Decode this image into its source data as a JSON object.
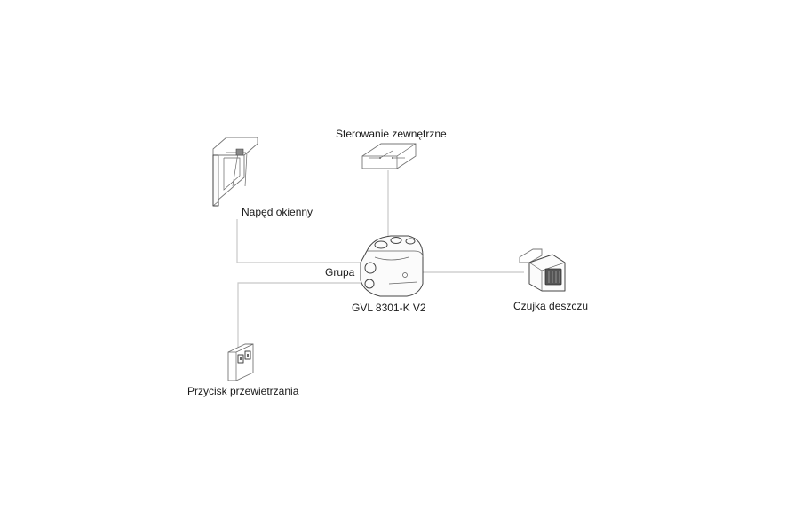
{
  "labels": {
    "external_control": "Sterowanie zewnętrzne",
    "window_drive": "Napęd okienny",
    "group": "Grupa",
    "controller": "GVL 8301-K V2",
    "rain_sensor": "Czujka deszczu",
    "vent_button": "Przycisk przewietrzania"
  }
}
